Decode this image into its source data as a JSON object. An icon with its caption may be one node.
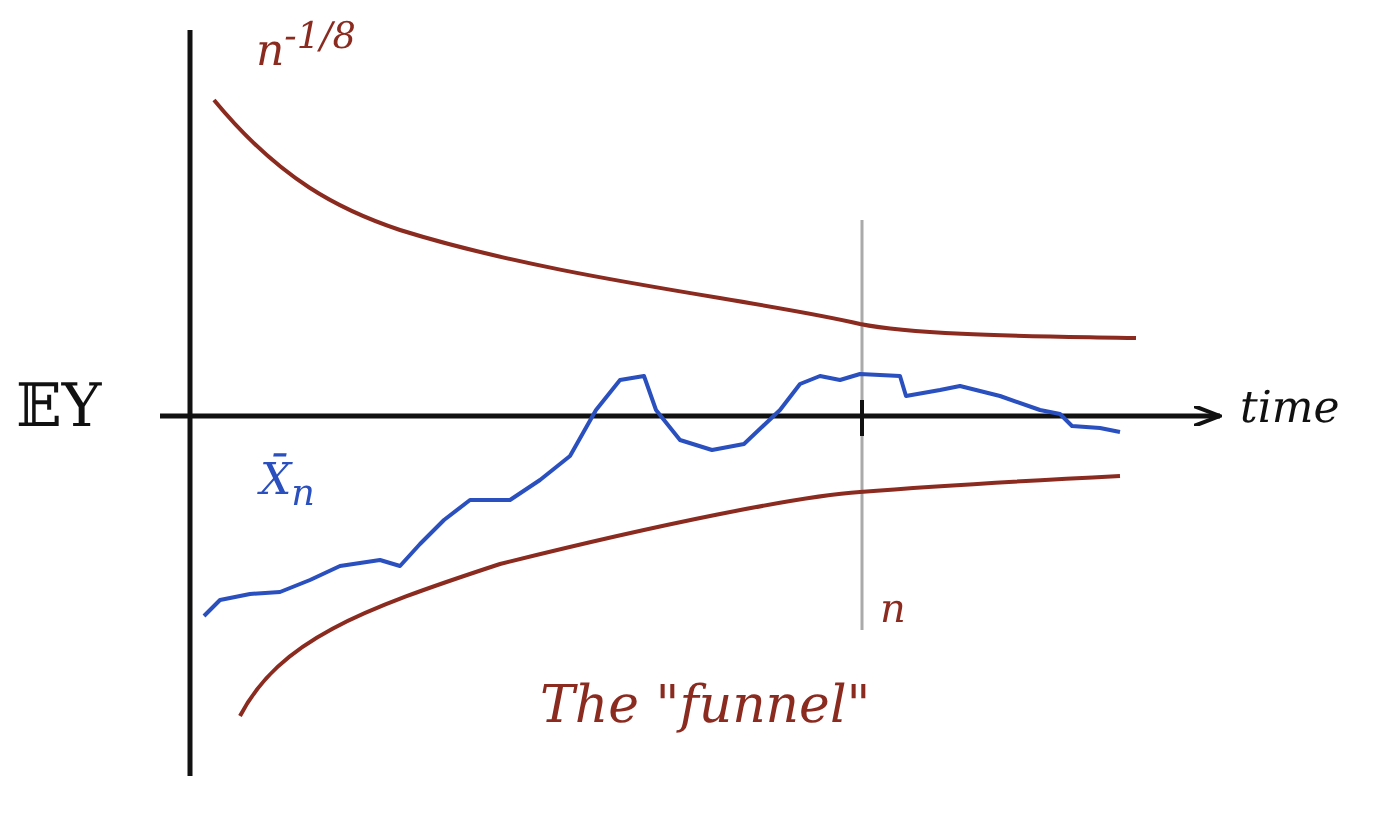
{
  "diagram": {
    "caption": "The \"funnel\"",
    "labels": [
      "n$^{-1/8}$",
      "𝔼Y",
      "time",
      "X̄$_{n}$",
      "n"
    ]
  }
}
